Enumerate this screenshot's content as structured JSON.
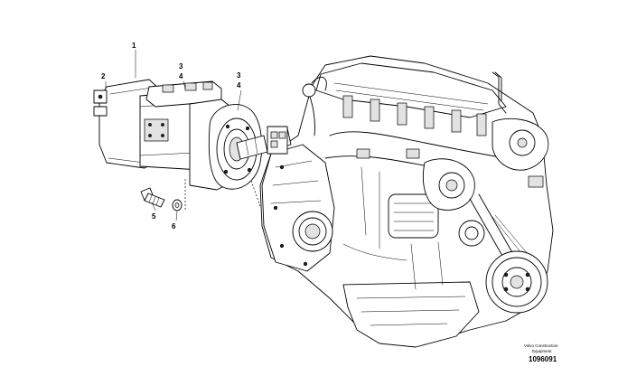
{
  "callouts": {
    "c1": "1",
    "c2": "2",
    "c3a": "3",
    "c4a": "4",
    "c3b": "3",
    "c4b": "4",
    "c5": "5",
    "c6": "6"
  },
  "credit": {
    "line1": "Volvo Construction",
    "line2": "Equipment",
    "figure_number": "1096091"
  }
}
